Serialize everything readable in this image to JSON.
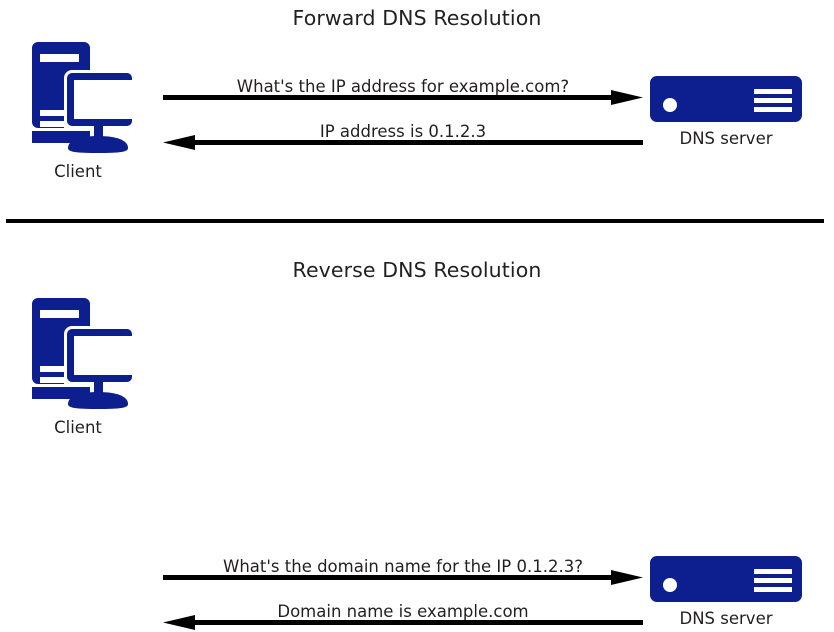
{
  "diagram": {
    "type": "sequence-diagram",
    "colors": {
      "node_blue": "#0d1f8f",
      "text": "#231f20",
      "arrow": "#000000",
      "background": "#ffffff"
    },
    "divider": "horizontal-rule"
  },
  "panels": [
    {
      "id": "forward",
      "title": "Forward DNS Resolution",
      "client": {
        "label": "Client",
        "icon": "desktop-computer-icon"
      },
      "server": {
        "label": "DNS server",
        "icon": "server-rack-icon"
      },
      "flows": [
        {
          "direction": "right",
          "label": "What's the IP address for example.com?"
        },
        {
          "direction": "left",
          "label": "IP address is 0.1.2.3"
        }
      ]
    },
    {
      "id": "reverse",
      "title": "Reverse DNS Resolution",
      "client": {
        "label": "Client",
        "icon": "desktop-computer-icon"
      },
      "server": {
        "label": "DNS server",
        "icon": "server-rack-icon"
      },
      "flows": [
        {
          "direction": "right",
          "label": "What's the domain name for the IP 0.1.2.3?"
        },
        {
          "direction": "left",
          "label": "Domain name is example.com"
        }
      ]
    }
  ]
}
